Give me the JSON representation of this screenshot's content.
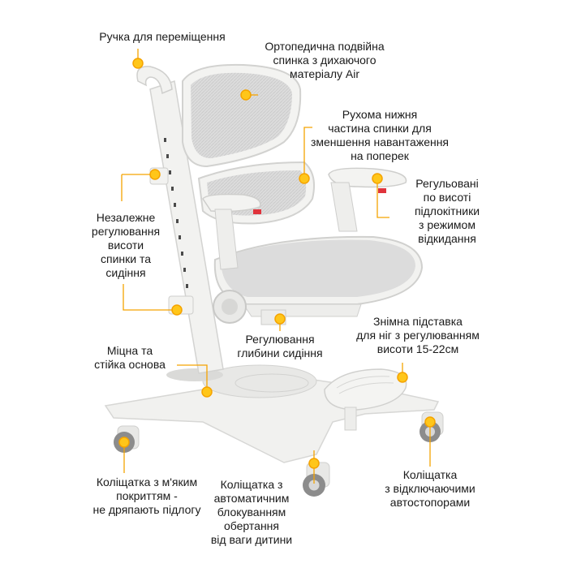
{
  "colors": {
    "accent": "#F5A300",
    "marker_fill": "#FFC61A",
    "chair_white": "#F2F2F0",
    "mesh_gray": "#D9D9D9",
    "wheel_gray": "#8A8A8A",
    "armrest_red": "#E0343C"
  },
  "callouts": [
    {
      "id": "handle",
      "lines": [
        "Ручка для переміщення"
      ]
    },
    {
      "id": "backrest",
      "lines": [
        "Ортопедична подвійна",
        "спинка з дихаючого",
        "матеріалу Air"
      ]
    },
    {
      "id": "lower_back",
      "lines": [
        "Рухома нижня",
        "частина спинки для",
        "зменшення навантаження",
        "на поперек"
      ]
    },
    {
      "id": "armrests",
      "lines": [
        "Регульовані",
        "по висоті",
        "підлокітники",
        "з режимом",
        "відкидання"
      ]
    },
    {
      "id": "height_adj",
      "lines": [
        "Незалежне",
        "регулювання",
        "висоти",
        "спинки та",
        "сидіння"
      ]
    },
    {
      "id": "depth",
      "lines": [
        "Регулювання",
        "глибини сидіння"
      ]
    },
    {
      "id": "footrest",
      "lines": [
        "Знімна підставка",
        "для ніг з регулюванням",
        "висоти 15-22см"
      ]
    },
    {
      "id": "base",
      "lines": [
        "Міцна та",
        "стійка основа"
      ]
    },
    {
      "id": "soft_wheels",
      "lines": [
        "Коліщатка з м'яким",
        "покриттям -",
        "не дряпають підлогу"
      ]
    },
    {
      "id": "auto_lock",
      "lines": [
        "Коліщатка з",
        "автоматичним",
        "блокуванням",
        "обертання",
        "від ваги дитини"
      ]
    },
    {
      "id": "stoppers",
      "lines": [
        "Коліщатка",
        "з відключаючими",
        "автостопорами"
      ]
    }
  ]
}
